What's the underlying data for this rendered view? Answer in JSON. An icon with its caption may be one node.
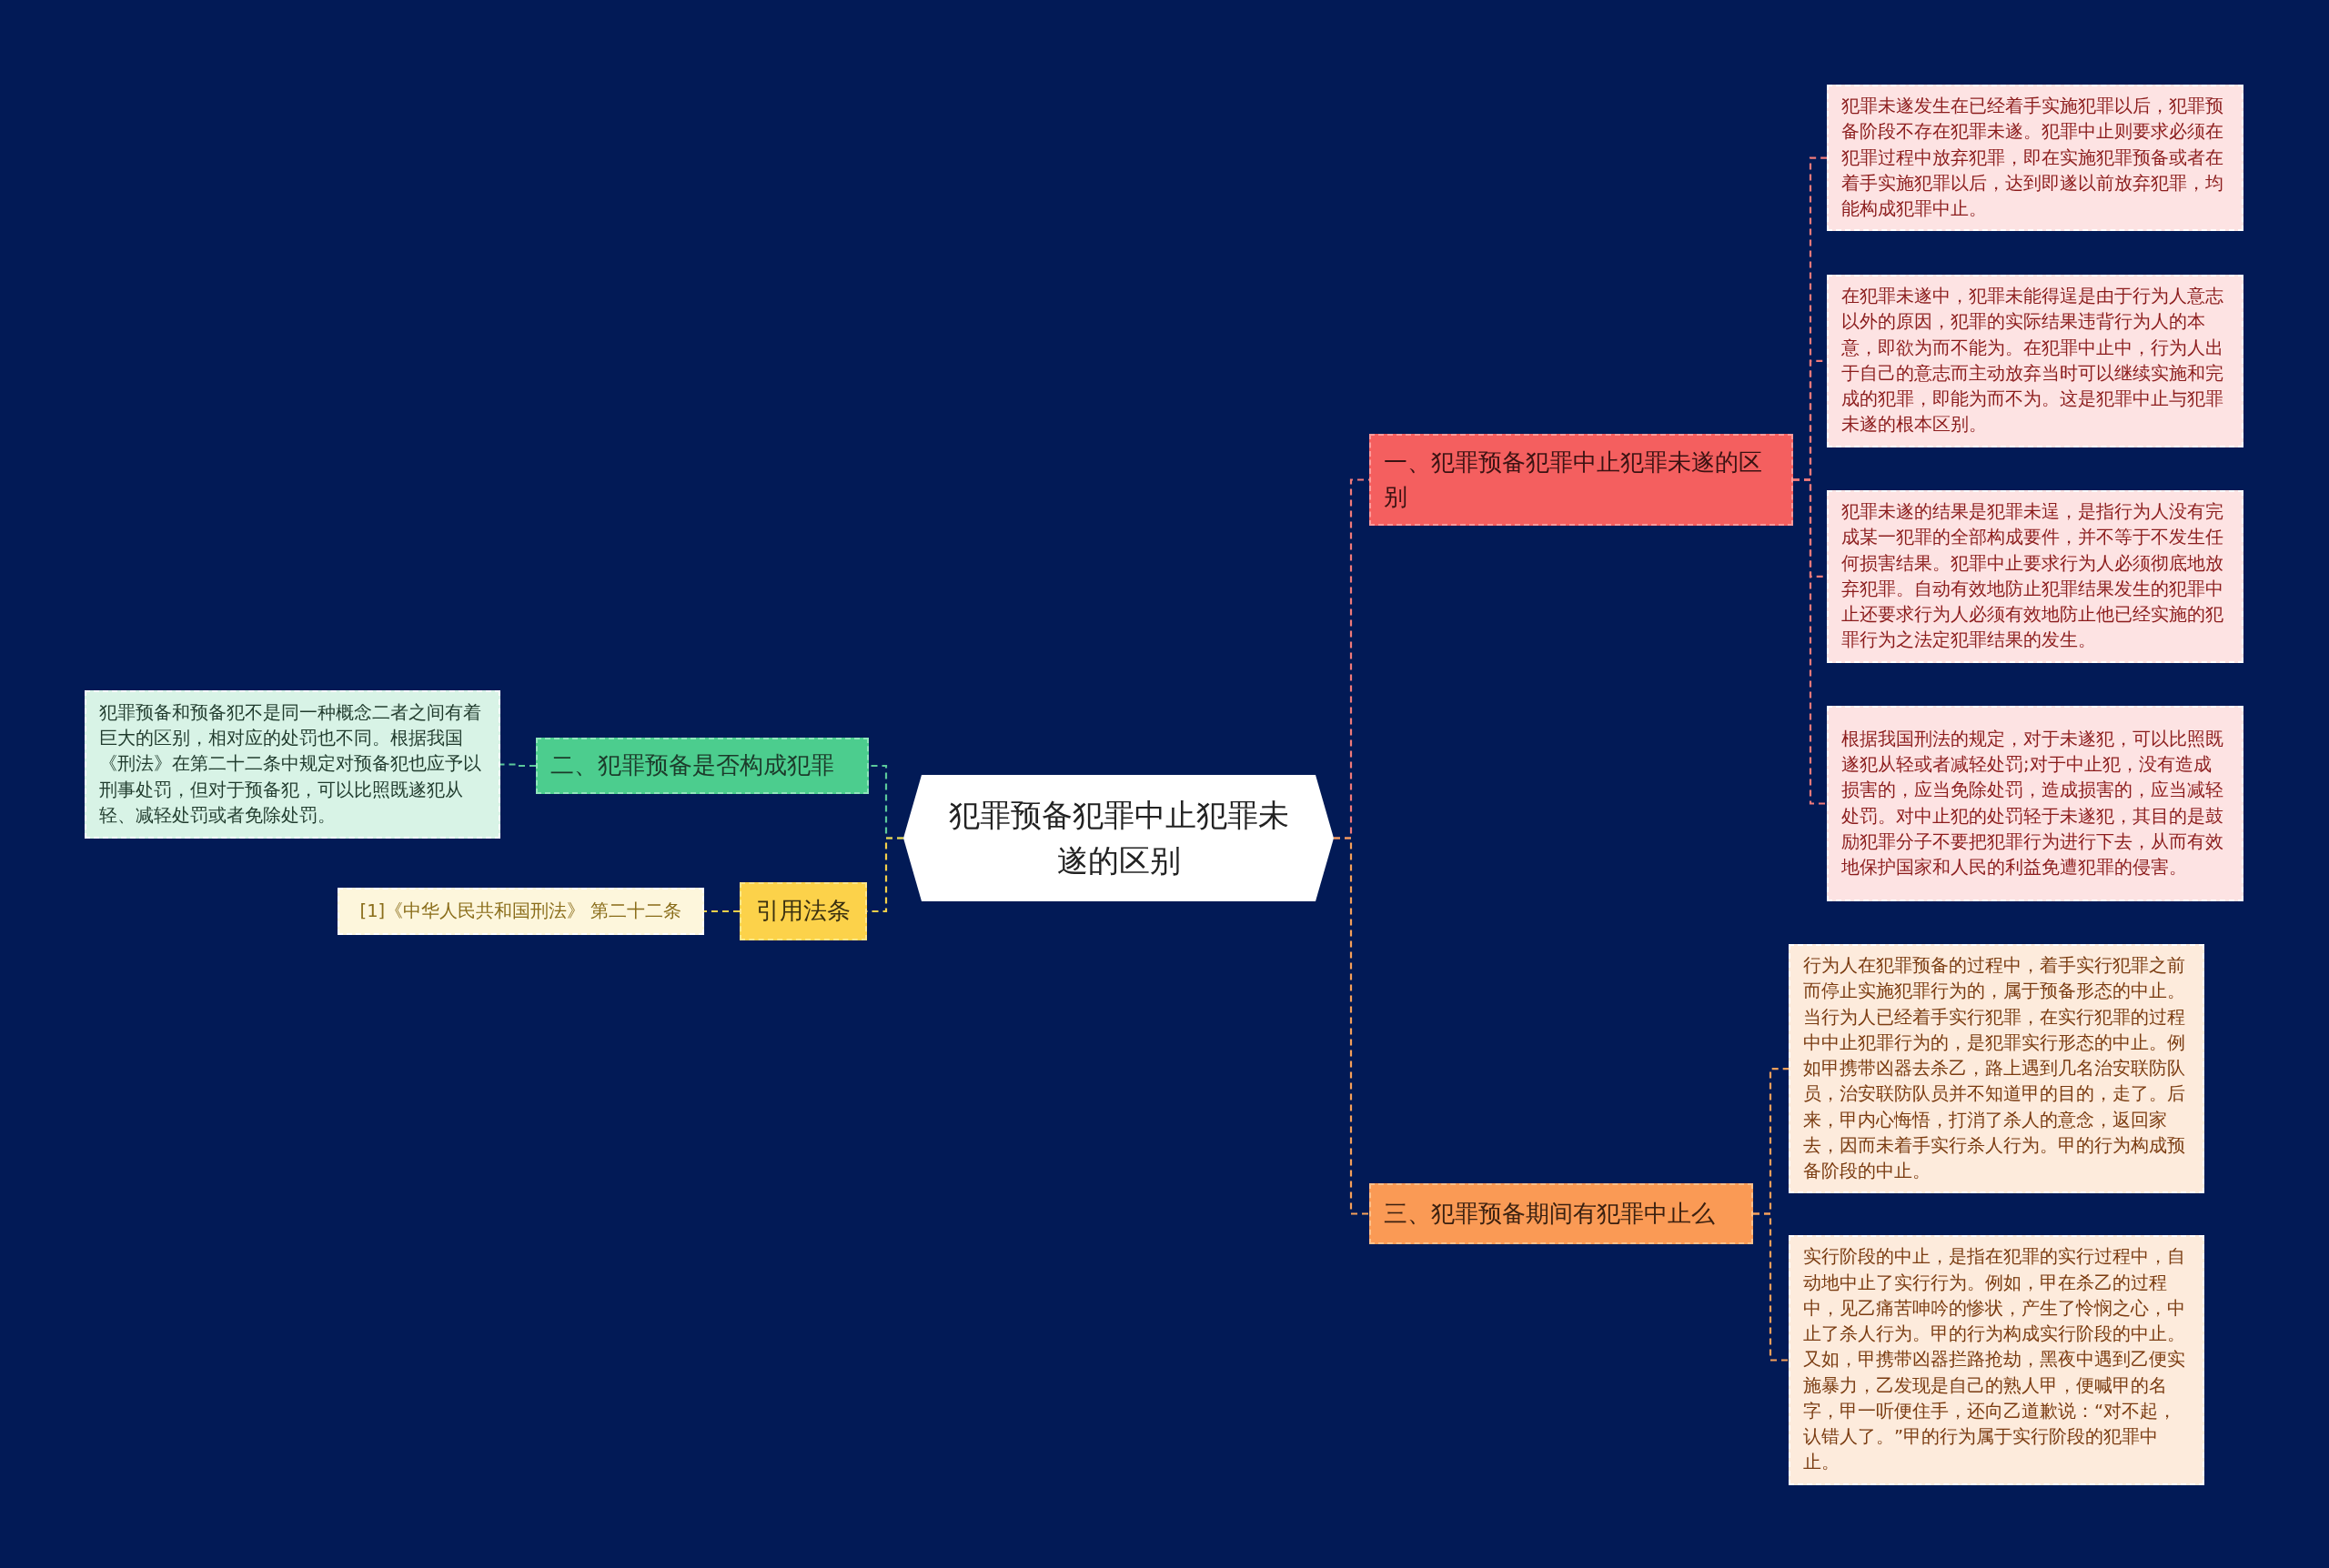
{
  "diagram": {
    "nodes": [
      {
        "text": [
          "犯罪预备犯罪中止犯罪未遂的区别"
        ]
      },
      {
        "text": [
          "一、犯罪预备犯罪中止犯罪未遂的区别"
        ]
      },
      {
        "text": [
          "犯罪未遂发生在已经着手实施犯罪以后，犯罪预备阶段不存在犯罪未遂。犯罪中止则要求必须在犯罪过程中放弃犯罪，即在实施犯罪预备或者在着手实施犯罪以后，达到即遂以前放弃犯罪，均能构成犯罪中止。"
        ]
      },
      {
        "text": [
          "在犯罪未遂中，犯罪未能得逞是由于行为人意志以外的原因，犯罪的实际结果违背行为人的本意，即欲为而不能为。在犯罪中止中，行为人出于自己的意志而主动放弃当时可以继续实施和完成的犯罪，即能为而不为。这是犯罪中止与犯罪未遂的根本区别。"
        ]
      },
      {
        "text": [
          "犯罪未遂的结果是犯罪未逞，是指行为人没有完成某一犯罪的全部构成要件，并不等于不发生任何损害结果。犯罪中止要求行为人必须彻底地放弃犯罪。自动有效地防止犯罪结果发生的犯罪中止还要求行为人必须有效地防止他已经实施的犯罪行为之法定犯罪结果的发生。"
        ]
      },
      {
        "text": [
          "根据我国刑法的规定，对于未遂犯，可以比照既遂犯从轻或者减轻处罚;对于中止犯，没有造成损害的，应当免除处罚，造成损害的，应当减轻处罚。对中止犯的处罚轻于未遂犯，其目的是鼓励犯罪分子不要把犯罪行为进行下去，从而有效地保护国家和人民的利益免遭犯罪的侵害。"
        ]
      },
      {
        "text": [
          "三、犯罪预备期间有犯罪中止么"
        ]
      },
      {
        "text": [
          "行为人在犯罪预备的过程中，着手实行犯罪之前而停止实施犯罪行为的，属于预备形态的中止。当行为人已经着手实行犯罪，在实行犯罪的过程中中止犯罪行为的，是犯罪实行形态的中止。例如甲携带凶器去杀乙，路上遇到几名治安联防队员，治安联防队员并不知道甲的目的，走了。后来，甲内心悔悟，打消了杀人的意念，返回家去，因而未着手实行杀人行为。甲的行为构成预备阶段的中止。"
        ]
      },
      {
        "text": [
          "实行阶段的中止，是指在犯罪的实行过程中，自动地中止了实行行为。例如，甲在杀乙的过程中，见乙痛苦呻吟的惨状，产生了怜悯之心，中止了杀人行为。甲的行为构成实行阶段的中止。又如，甲携带凶器拦路抢劫，黑夜中遇到乙便实施暴力，乙发现是自己的熟人甲，便喊甲的名字，甲一听便住手，还向乙道歉说：“对不起，认错人了。”甲的行为属于实行阶段的犯罪中止。"
        ]
      },
      {
        "text": [
          "二、犯罪预备是否构成犯罪"
        ]
      },
      {
        "text": [
          "犯罪预备和预备犯不是同一种概念二者之间有着巨大的区别，相对应的处罚也不同。根据我国《刑法》在第二十二条中规定对预备犯也应予以刑事处罚，但对于预备犯，可以比照既遂犯从轻、减轻处罚或者免除处罚。"
        ]
      },
      {
        "text": [
          "引用法条"
        ]
      },
      {
        "text": [
          "[1]《中华人民共和国刑法》 第二十二条"
        ]
      }
    ],
    "edges": [
      {
        "from": 0,
        "to": 1,
        "arrow": "none",
        "style": "dashed",
        "color": "#f07a7a"
      },
      {
        "from": 1,
        "to": 2,
        "arrow": "none",
        "style": "dashed",
        "color": "#f07a7a"
      },
      {
        "from": 1,
        "to": 3,
        "arrow": "none",
        "style": "dashed",
        "color": "#f07a7a"
      },
      {
        "from": 1,
        "to": 4,
        "arrow": "none",
        "style": "dashed",
        "color": "#f07a7a"
      },
      {
        "from": 1,
        "to": 5,
        "arrow": "none",
        "style": "dashed",
        "color": "#f07a7a"
      },
      {
        "from": 0,
        "to": 6,
        "arrow": "none",
        "style": "dashed",
        "color": "#f5a05a"
      },
      {
        "from": 6,
        "to": 7,
        "arrow": "none",
        "style": "dashed",
        "color": "#f5a05a"
      },
      {
        "from": 6,
        "to": 8,
        "arrow": "none",
        "style": "dashed",
        "color": "#f5a05a"
      },
      {
        "from": 0,
        "to": 9,
        "arrow": "none",
        "style": "dashed",
        "color": "#5cc99b"
      },
      {
        "from": 9,
        "to": 10,
        "arrow": "none",
        "style": "dashed",
        "color": "#5cc99b"
      },
      {
        "from": 0,
        "to": 11,
        "arrow": "none",
        "style": "dashed",
        "color": "#f5d04a"
      },
      {
        "from": 11,
        "to": 12,
        "arrow": "none",
        "style": "dashed",
        "color": "#f5d04a"
      }
    ]
  }
}
